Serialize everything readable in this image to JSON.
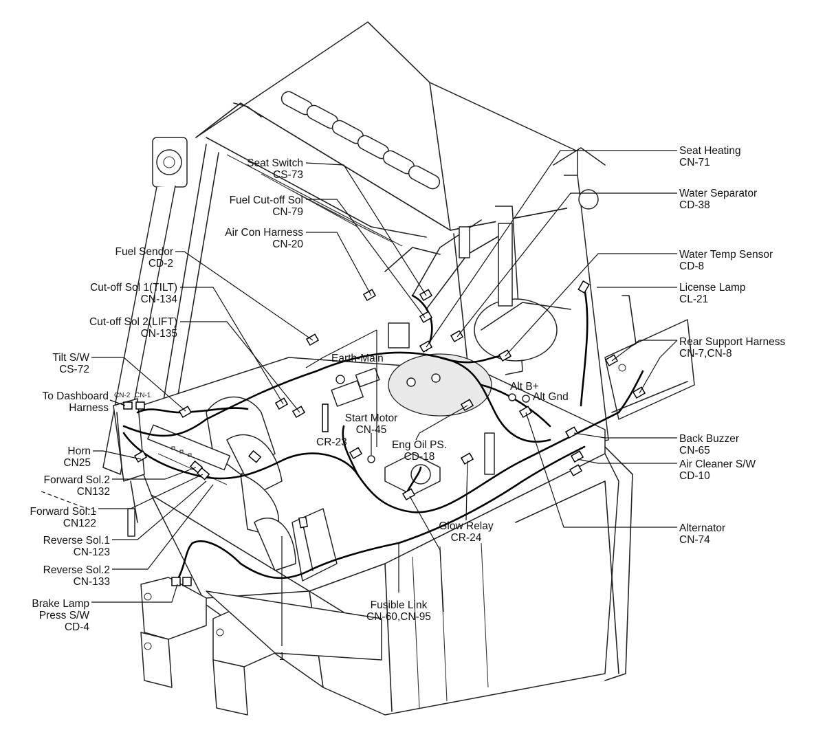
{
  "callouts": [
    {
      "id": "seat-switch",
      "name": "Seat Switch",
      "code": "CS-73"
    },
    {
      "id": "fuel-cutoff-sol",
      "name": "Fuel Cut-off Sol",
      "code": "CN-79"
    },
    {
      "id": "air-con-harness",
      "name": "Air Con Harness",
      "code": "CN-20"
    },
    {
      "id": "fuel-sendor",
      "name": "Fuel Sendor",
      "code": "CD-2"
    },
    {
      "id": "cutoff-sol-1",
      "name": "Cut-off Sol 1(TILT)",
      "code": "CN-134"
    },
    {
      "id": "cutoff-sol-2",
      "name": "Cut-off Sol 2(LIFT)",
      "code": "CN-135"
    },
    {
      "id": "tilt-sw",
      "name": "Tilt S/W",
      "code": "CS-72"
    },
    {
      "id": "to-dashboard-harness",
      "name": "To Dashboard",
      "code": "Harness"
    },
    {
      "id": "horn",
      "name": "Horn",
      "code": "CN25"
    },
    {
      "id": "forward-sol-2",
      "name": "Forward Sol.2",
      "code": "CN132"
    },
    {
      "id": "forward-sol-1",
      "name": "Forward Sol.1",
      "code": "CN122"
    },
    {
      "id": "reverse-sol-1",
      "name": "Reverse Sol.1",
      "code": "CN-123"
    },
    {
      "id": "reverse-sol-2",
      "name": "Reverse Sol.2",
      "code": "CN-133"
    },
    {
      "id": "brake-lamp",
      "name": "Brake Lamp",
      "name2": "Press S/W",
      "code": "CD-4"
    },
    {
      "id": "seat-heating",
      "name": "Seat Heating",
      "code": "CN-71"
    },
    {
      "id": "water-separator",
      "name": "Water Separator",
      "code": "CD-38"
    },
    {
      "id": "water-temp-sensor",
      "name": "Water Temp Sensor",
      "code": "CD-8"
    },
    {
      "id": "license-lamp",
      "name": "License Lamp",
      "code": "CL-21"
    },
    {
      "id": "rear-support-harness",
      "name": "Rear Support Harness",
      "code": "CN-7,CN-8"
    },
    {
      "id": "back-buzzer",
      "name": "Back Buzzer",
      "code": "CN-65"
    },
    {
      "id": "air-cleaner-sw",
      "name": "Air Cleaner S/W",
      "code": "CD-10"
    },
    {
      "id": "alternator",
      "name": "Alternator",
      "code": "CN-74"
    },
    {
      "id": "start-motor",
      "name": "Start Motor",
      "code": "CN-45"
    },
    {
      "id": "eng-oil-ps",
      "name": "Eng Oil PS.",
      "code": "CD-18"
    },
    {
      "id": "glow-relay",
      "name": "Glow Relay",
      "code": "CR-24"
    },
    {
      "id": "fusible-link",
      "name": "Fusible Link",
      "code": "CN-60,CN-95"
    }
  ],
  "inline_labels": {
    "earth_main": "Earth-Main",
    "cr_23": "CR-23",
    "alt_b": "Alt B+",
    "alt_gnd": "Alt Gnd",
    "cn2": "CN-2",
    "cn1": "CN-1",
    "item_number": "1"
  }
}
